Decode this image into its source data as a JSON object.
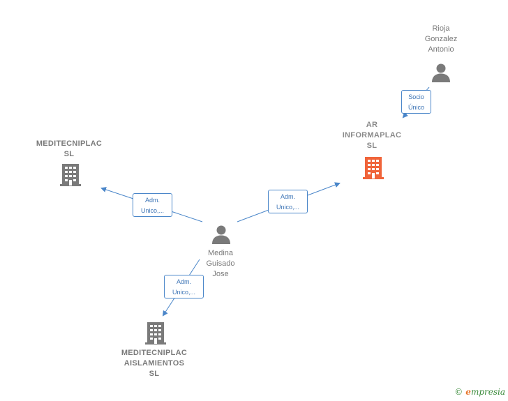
{
  "nodes": {
    "rioja": {
      "label": "Rioja\nGonzalez\nAntonio",
      "type": "person"
    },
    "ar_informaplac": {
      "label": "AR\nINFORMAPLAC\nSL",
      "type": "company",
      "color": "#f0643a"
    },
    "meditecniplac": {
      "label": "MEDITECNIPLAC\nSL",
      "type": "company",
      "color": "#7a7a7a"
    },
    "medina": {
      "label": "Medina\nGuisado\nJose",
      "type": "person"
    },
    "aislamientos": {
      "label": "MEDITECNIPLAC\nAISLAMIENTOS\nSL",
      "type": "company",
      "color": "#7a7a7a"
    }
  },
  "edges": {
    "rioja_ar": {
      "label": "Socio\nÚnico"
    },
    "medina_meditecniplac": {
      "label": "Adm.\nUnico,..."
    },
    "medina_ar": {
      "label": "Adm.\nUnico,..."
    },
    "medina_aislamientos": {
      "label": "Adm.\nUnico,..."
    }
  },
  "colors": {
    "edge": "#4a86c9",
    "icon": "#7a7a7a",
    "highlight": "#f0643a"
  },
  "footer": {
    "copyright": "©",
    "brand_initial": "e",
    "brand_rest": "mpresia"
  }
}
